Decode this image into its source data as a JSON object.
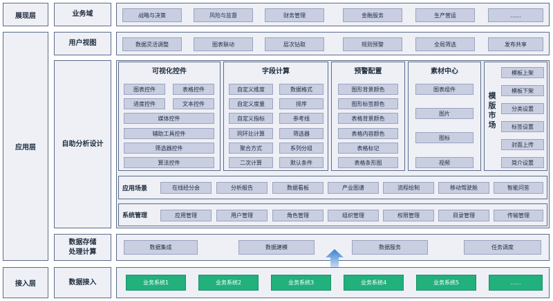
{
  "layers": {
    "presentation": "展现层",
    "application": "应用层",
    "access": "接入层"
  },
  "domains": {
    "business": "业务域",
    "user_view": "用户视图",
    "self_analysis": "自助分析设计",
    "storage_line1": "数据存储",
    "storage_line2": "处理计算",
    "data_access": "数据接入"
  },
  "business_items": [
    "战略与决策",
    "风险与监督",
    "财务管理",
    "金融服务",
    "生产营运",
    "......"
  ],
  "user_view_items": [
    "数据灵活调整",
    "图表联动",
    "层次钻取",
    "规则预警",
    "全局筛选",
    "发布共享"
  ],
  "panels": {
    "visual": {
      "title": "可视化控件",
      "pairs": [
        [
          "图表控件",
          "表格控件"
        ],
        [
          "进度控件",
          "文本控件"
        ]
      ],
      "singles": [
        "媒体控件",
        "辅助工具控件",
        "筛选器控件",
        "算法控件"
      ]
    },
    "field": {
      "title": "字段计算",
      "pairs": [
        [
          "自定义维度",
          "数据格式"
        ],
        [
          "自定义度量",
          "排序"
        ],
        [
          "自定义指标",
          "参考线"
        ],
        [
          "同环比计算",
          "筛选器"
        ],
        [
          "聚合方式",
          "系列分组"
        ],
        [
          "二次计算",
          "默认条件"
        ]
      ]
    },
    "alert": {
      "title": "预警配置",
      "items": [
        "图形背景颜色",
        "图形标签颜色",
        "表格背景颜色",
        "表格内容颜色",
        "表格标记",
        "表格条形图"
      ]
    },
    "material": {
      "title": "素材中心",
      "items": [
        "图表组件",
        "图片",
        "图标",
        "视频"
      ]
    },
    "template": {
      "title": "模版市场",
      "items": [
        "模板上架",
        "模板下架",
        "分类设置",
        "标签设置",
        "封面上传",
        "简介设置"
      ]
    }
  },
  "scenes": {
    "label": "应用场景",
    "items": [
      "在线经分会",
      "分析报告",
      "数据看板",
      "产业图谱",
      "流程绘制",
      "移动驾驶舱",
      "智能问答"
    ]
  },
  "system": {
    "label": "系统管理",
    "items": [
      "应用管理",
      "用户管理",
      "角色管理",
      "组织管理",
      "权限管理",
      "目录管理",
      "传输管理"
    ]
  },
  "storage_items": [
    "数据集成",
    "数据建模",
    "数据服务",
    "任务调度"
  ],
  "access_items": [
    "业务系统1",
    "业务系统2",
    "业务系统3",
    "业务系统4",
    "业务系统5",
    "......"
  ],
  "colors": {
    "panel_bg": "#eef0f6",
    "chip": "#c9cee1",
    "green": "#22b07d",
    "arrow": "#4a90d9"
  }
}
